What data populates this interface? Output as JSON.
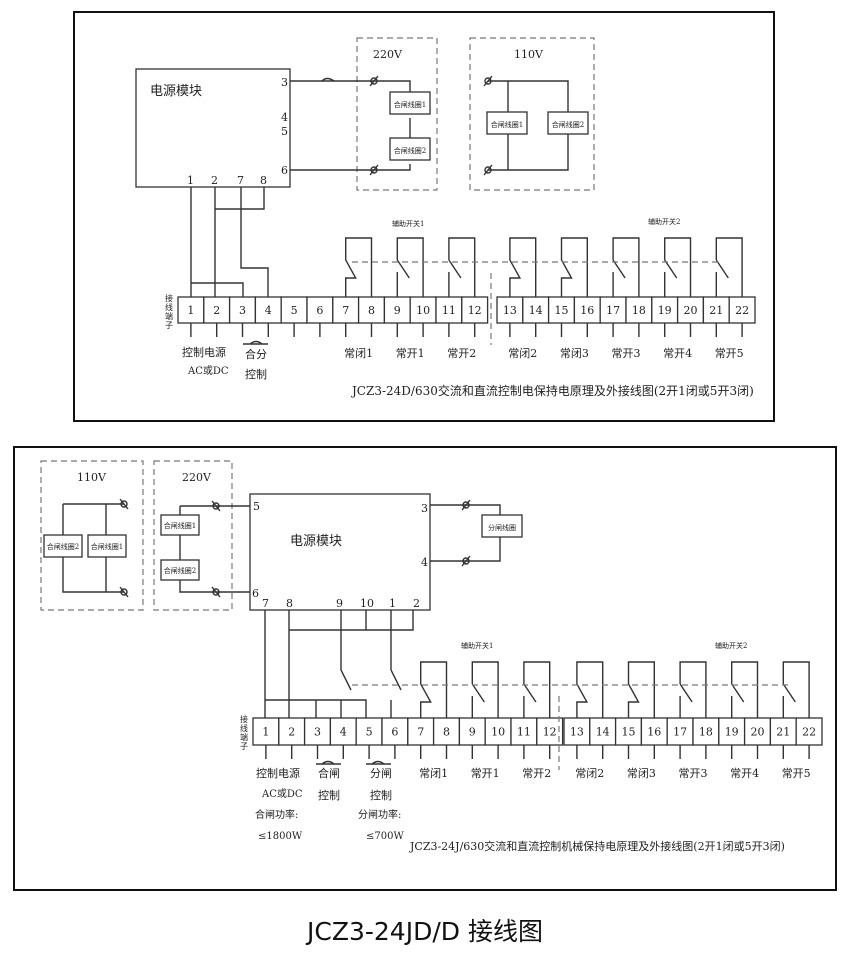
{
  "common": {
    "power_module": "电源模块",
    "coil1": "合闸线圈1",
    "coil2": "合闸线圈2",
    "trip_coil": "分闸线圈",
    "v220": "220V",
    "v110": "110V",
    "terminal_label": [
      "接",
      "线",
      "端",
      "子"
    ],
    "aux1": "辅助开关1",
    "aux2": "辅助开关2",
    "terminals": [
      "1",
      "2",
      "3",
      "4",
      "5",
      "6",
      "7",
      "8",
      "9",
      "10",
      "11",
      "12",
      "13",
      "14",
      "15",
      "16",
      "17",
      "18",
      "19",
      "20",
      "21",
      "22"
    ],
    "contacts": [
      "常闭1",
      "常开1",
      "常开2",
      "常闭2",
      "常闭3",
      "常开3",
      "常开4",
      "常开5"
    ]
  },
  "top": {
    "module_pins_right": [
      "3",
      "4",
      "5",
      "6"
    ],
    "module_pins_bottom": [
      "1",
      "2",
      "7",
      "8"
    ],
    "ctrl_power_line1": "控制电源",
    "ctrl_power_line2": "AC或DC",
    "ctrl_label_line1": "合分",
    "ctrl_label_line2": "控制",
    "title": "JCZ3-24D/630交流和直流控制电保持电原理及外接线图(2开1闭或5开3闭)"
  },
  "bottom": {
    "module_pins_left": [
      "5",
      "6"
    ],
    "module_pins_right": [
      "3",
      "4"
    ],
    "module_pins_bottom": [
      "7",
      "8",
      "9",
      "10",
      "1",
      "2"
    ],
    "ctrl_power_line1": "控制电源",
    "ctrl_power_line2": "AC或DC",
    "ctrl_power_line3": "合闸功率:",
    "ctrl_power_line4": "≤1800W",
    "close_ctrl_line1": "合闸",
    "close_ctrl_line2": "控制",
    "open_ctrl_line1": "分闸",
    "open_ctrl_line2": "控制",
    "open_ctrl_line3": "分闸功率:",
    "open_ctrl_line4": "≤700W",
    "title": "JCZ3-24J/630交流和直流控制机械保持电原理及外接线图(2开1闭或5开3闭)"
  },
  "caption": "JCZ3-24JD/D 接线图"
}
